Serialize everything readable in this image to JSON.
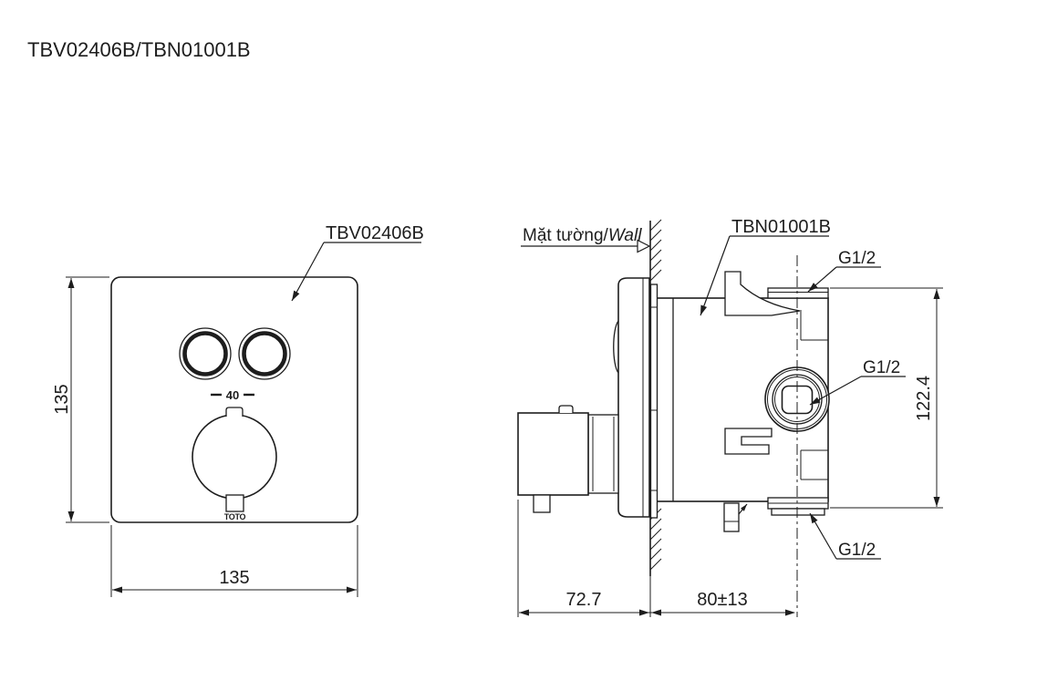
{
  "title": "TBV02406B/TBN01001B",
  "front_view": {
    "part_label": "TBV02406B",
    "temperature_marking": "40",
    "brand_logo": "TOTO",
    "dim_height_mm": "135",
    "dim_width_mm": "135"
  },
  "side_view": {
    "part_label": "TBN01001B",
    "wall_label_vi": "Mặt tường/",
    "wall_label_en": "Wall",
    "port_top": "G1/2",
    "port_middle": "G1/2",
    "port_bottom": "G1/2",
    "dim_height_mm": "122.4",
    "dim_protrusion_mm": "72.7",
    "dim_wall_depth_mm": "80±13"
  },
  "colors": {
    "line": "#1d1d1d",
    "background": "#ffffff"
  }
}
